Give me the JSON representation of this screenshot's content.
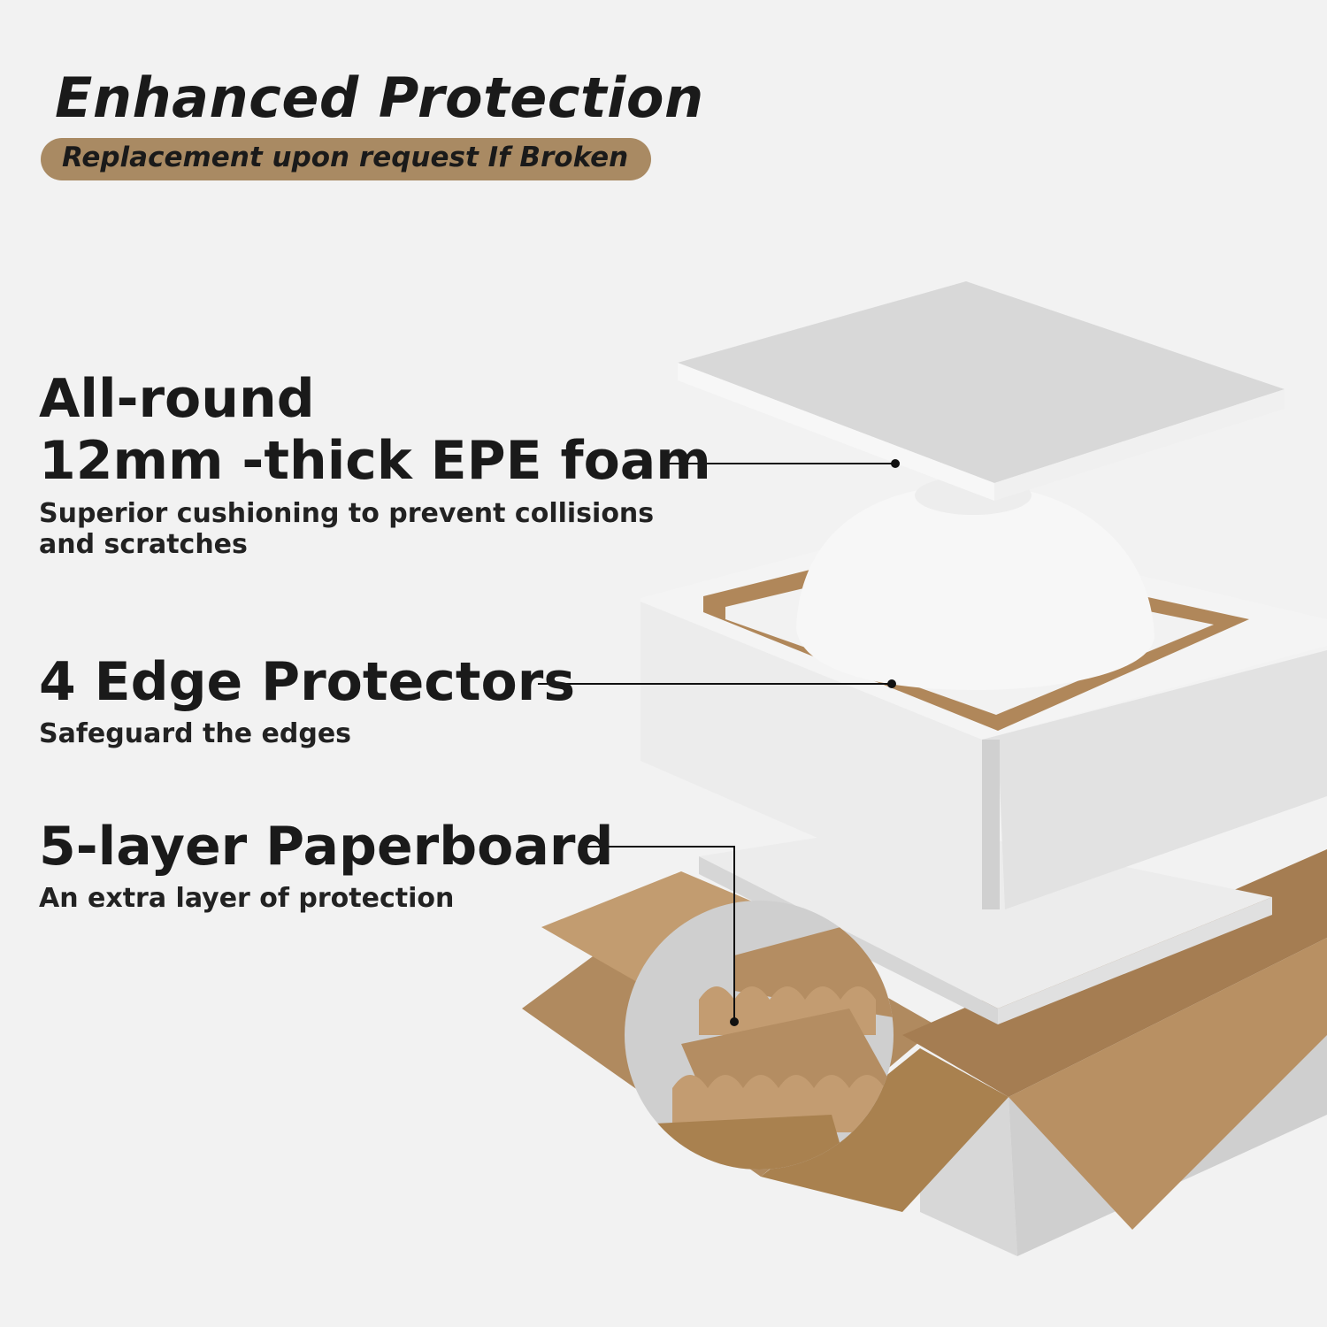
{
  "header": {
    "title": "Enhanced Protection",
    "badge": "Replacement upon request If Broken"
  },
  "features": [
    {
      "title_line1": "All-round",
      "title_line2": "12mm -thick EPE foam",
      "desc_line1": "Superior cushioning to prevent collisions",
      "desc_line2": "and scratches"
    },
    {
      "title": "4 Edge Protectors",
      "desc": "Safeguard the edges"
    },
    {
      "title": "5-layer Paperboard",
      "desc": "An extra layer of protection"
    }
  ],
  "colors": {
    "background": "#f2f2f2",
    "badge": "#a98a63",
    "cardboard": "#b0875a",
    "foam": "#e9e9e9",
    "text": "#1a1a1a"
  }
}
